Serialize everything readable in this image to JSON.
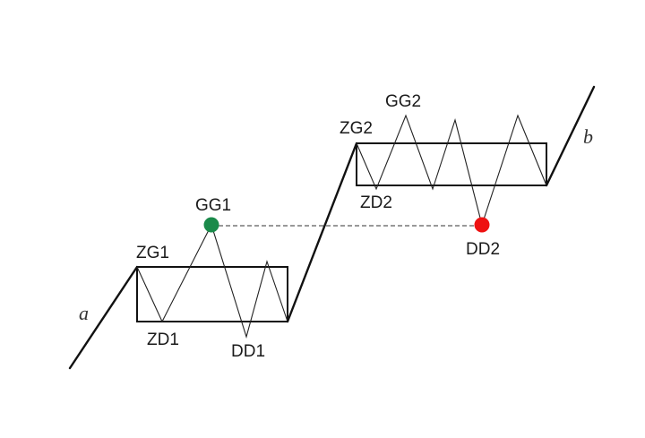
{
  "labels": {
    "a": "a",
    "b": "b",
    "zg1": "ZG1",
    "gg1": "GG1",
    "zd1": "ZD1",
    "dd1": "DD1",
    "zg2": "ZG2",
    "gg2": "GG2",
    "zd2": "ZD2",
    "dd2": "DD2"
  },
  "colors": {
    "gg1_marker": "#1a8a4a",
    "dd2_marker": "#ee1111"
  }
}
